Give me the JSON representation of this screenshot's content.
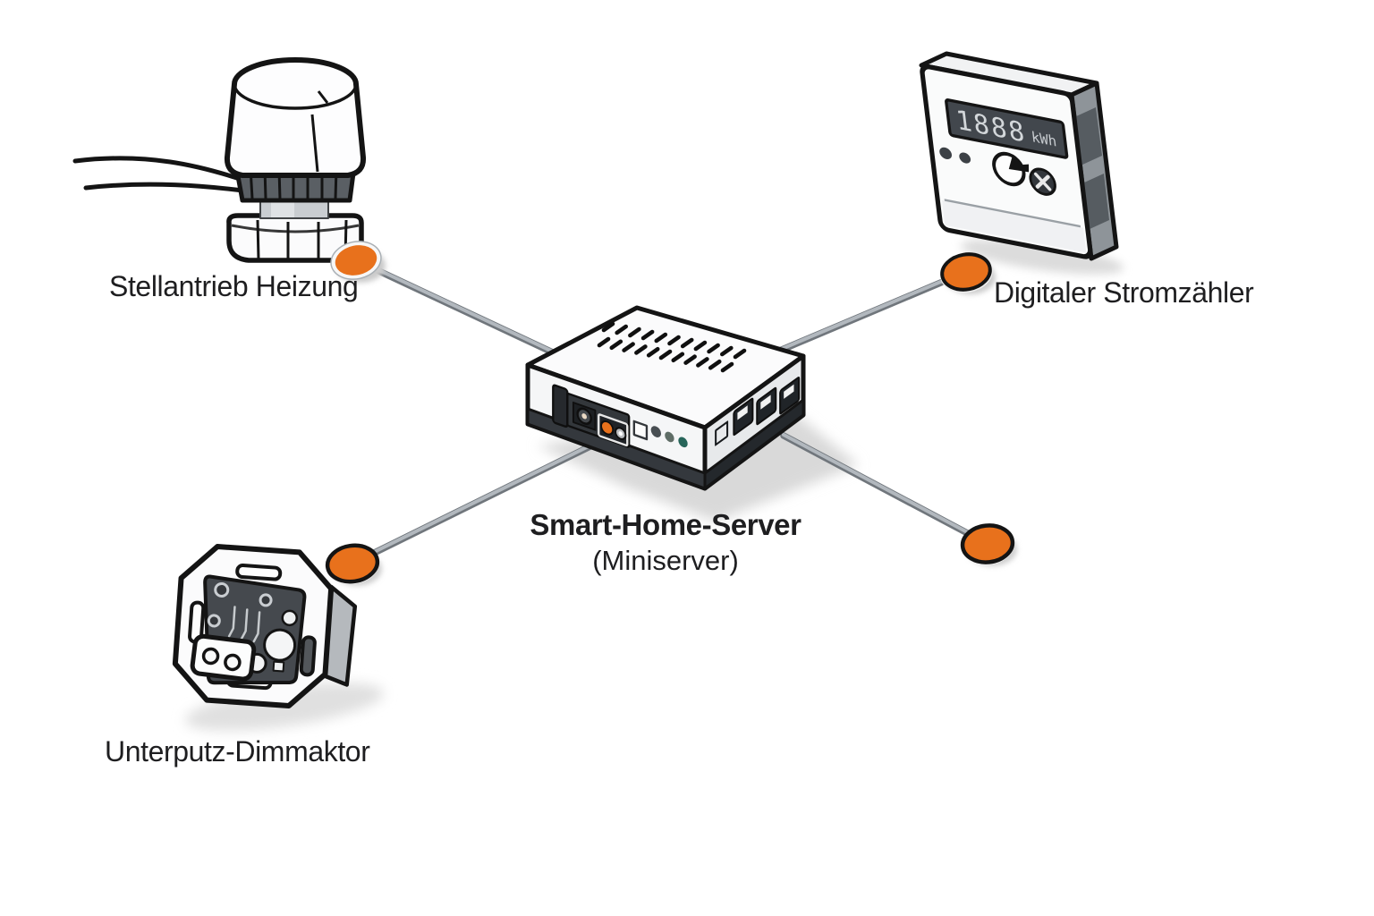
{
  "hub": {
    "title": "Smart-Home-Server",
    "subtitle": "(Miniserver)"
  },
  "devices": {
    "heating_actuator": {
      "label": "Stellantrieb Heizung"
    },
    "power_meter": {
      "label": "Digitaler Stromzähler",
      "display_value": "1888",
      "display_unit": "kWh"
    },
    "dimmer": {
      "label": "Unterputz-Dimmaktor"
    }
  },
  "connections": [
    {
      "from": "hub",
      "to": "heating_actuator"
    },
    {
      "from": "hub",
      "to": "power_meter"
    },
    {
      "from": "hub",
      "to": "dimmer"
    },
    {
      "from": "hub",
      "to": "open_node"
    }
  ],
  "colors": {
    "node_orange": "#E8711C",
    "line_gray": "#9AA0A6",
    "outline_black": "#141414",
    "background": "#FFFFFF"
  }
}
